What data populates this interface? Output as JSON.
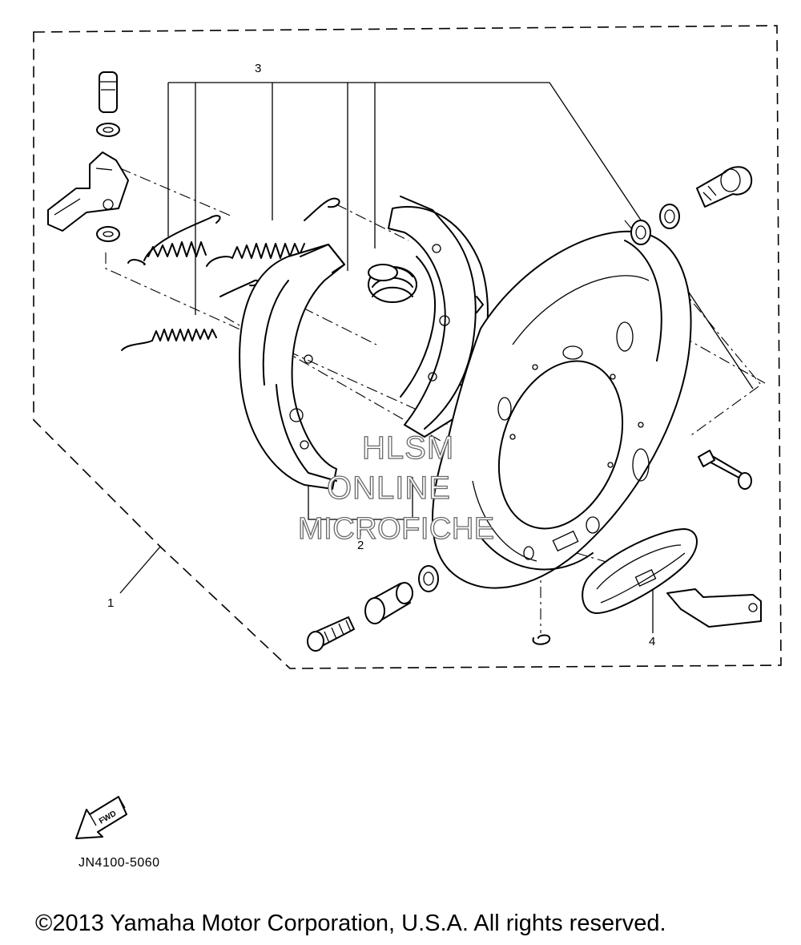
{
  "diagram": {
    "callouts": {
      "c1": "1",
      "c2": "2",
      "c3": "3",
      "c4": "4"
    },
    "watermark": {
      "line1": "HLSM",
      "line2": "ONLINE",
      "line3": "MICROFICHE"
    },
    "fwd_label": "FWD",
    "reference_code": "JN4100-5060",
    "copyright": "©2013 Yamaha Motor Corporation, U.S.A. All rights reserved."
  },
  "icons": {
    "forward_arrow": "fwd-arrow-icon"
  }
}
